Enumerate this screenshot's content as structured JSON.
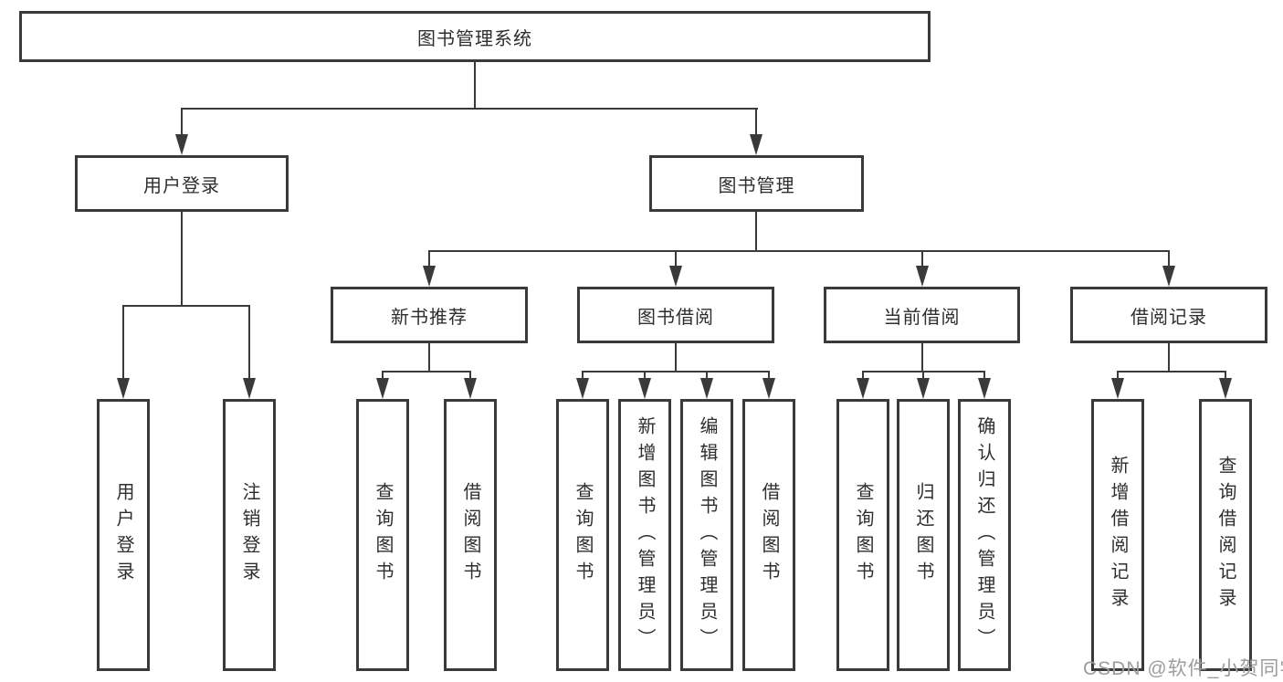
{
  "diagram": {
    "root": {
      "label": "图书管理系统"
    },
    "children": [
      {
        "label": "用户登录",
        "children": [
          {
            "label": "用户登录"
          },
          {
            "label": "注销登录"
          }
        ]
      },
      {
        "label": "图书管理",
        "children": [
          {
            "label": "新书推荐",
            "children": [
              {
                "label": "查询图书"
              },
              {
                "label": "借阅图书"
              }
            ]
          },
          {
            "label": "图书借阅",
            "children": [
              {
                "label": "查询图书"
              },
              {
                "label": "新增图书（管理员）"
              },
              {
                "label": "编辑图书（管理员）"
              },
              {
                "label": "借阅图书"
              }
            ]
          },
          {
            "label": "当前借阅",
            "children": [
              {
                "label": "查询图书"
              },
              {
                "label": "归还图书"
              },
              {
                "label": "确认归还（管理员）"
              }
            ]
          },
          {
            "label": "借阅记录",
            "children": [
              {
                "label": "新增借阅记录"
              },
              {
                "label": "查询借阅记录"
              }
            ]
          }
        ]
      }
    ]
  },
  "watermark": {
    "text": "CSDN @软件_小贺同学"
  },
  "colors": {
    "line": "#3a3a3a",
    "box_border": "#3a3a3a",
    "box_background": "#ffffff",
    "text": "#2e2e2e",
    "watermark": "#9c9c9c",
    "background": "#ffffff"
  }
}
